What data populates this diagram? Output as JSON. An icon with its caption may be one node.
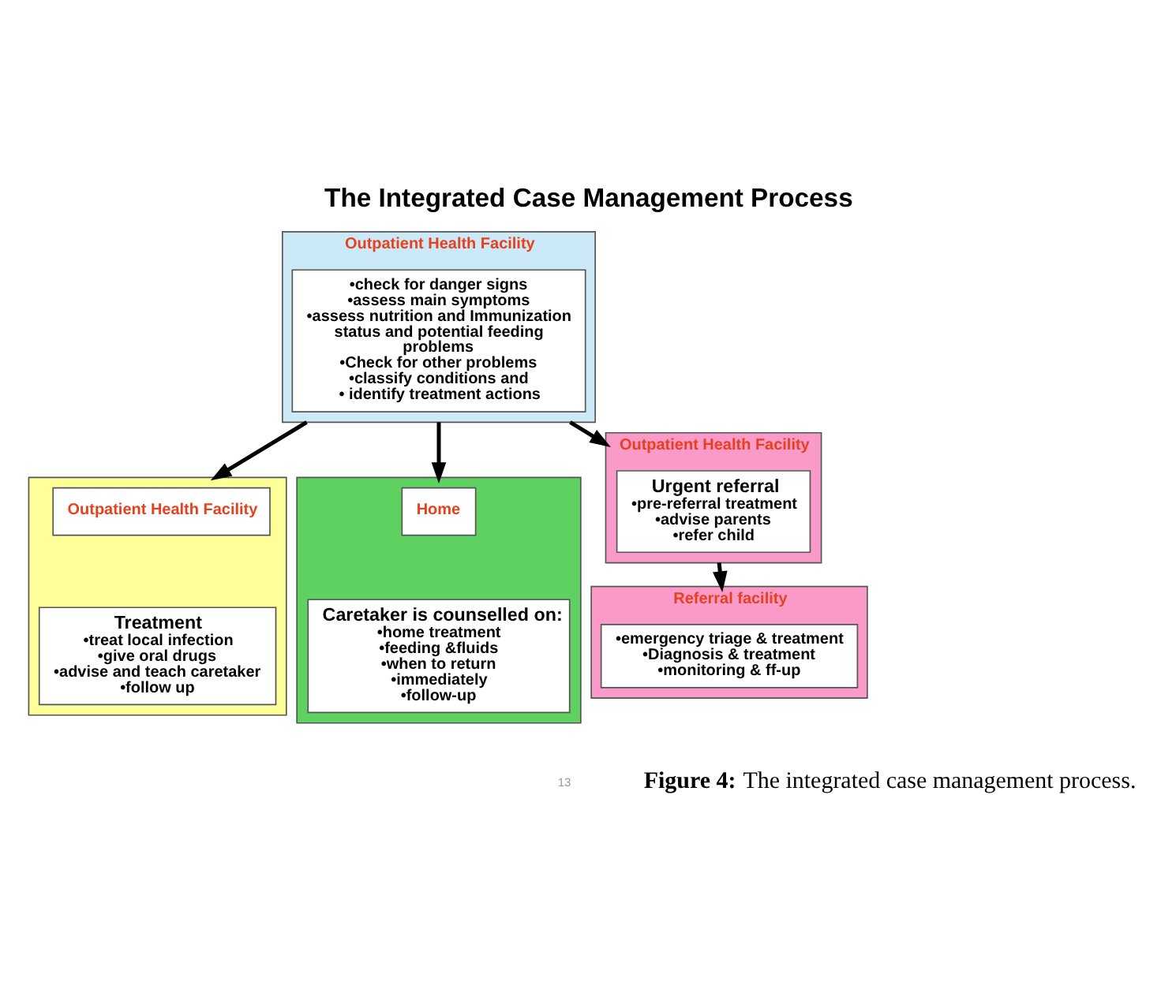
{
  "diagram": {
    "title": "The Integrated Case Management Process",
    "caption": "**Figure 4:** The integrated case management process.",
    "nodes": [
      {
        "text": [
          "Outpatient Health Facility"
        ]
      },
      {
        "text": [
          "•check for danger signs",
          "•assess main symptoms",
          "•assess nutrition and Immunization status and potential feeding problems",
          "•Check for other problems",
          "•classify conditions and",
          "• identify treatment actions"
        ],
        "in": 0
      },
      {
        "text": [
          "Outpatient Health Facility"
        ]
      },
      {
        "text": [
          "Urgent referral",
          "•pre-referral treatment",
          "•advise parents",
          "•refer child"
        ],
        "in": 2
      },
      {
        "text": [
          "Referral facility"
        ]
      },
      {
        "text": [
          "•emergency triage & treatment",
          "•Diagnosis & treatment",
          "•monitoring & ff-up"
        ],
        "in": 4
      },
      {
        "text": [],
        "shape": "box"
      },
      {
        "text": [
          "Outpatient Health Facility"
        ],
        "in": 6
      },
      {
        "text": [
          "Treatment",
          "•treat local infection",
          "•give oral drugs",
          "•advise and teach caretaker",
          "•follow up"
        ],
        "in": 6
      },
      {
        "text": [],
        "shape": "box"
      },
      {
        "text": [
          "Home"
        ],
        "in": 9
      },
      {
        "text": [
          "Caretaker is counselled on:",
          "•home treatment",
          "•feeding &fluids",
          "•when to return",
          "•immediately",
          "•follow-up"
        ],
        "in": 9
      }
    ],
    "edges": [
      {
        "from": 0,
        "to": 2,
        "arrow": "to"
      },
      {
        "from": 0,
        "to": 6,
        "arrow": "to"
      },
      {
        "from": 0,
        "to": 9,
        "arrow": "to"
      },
      {
        "from": 2,
        "to": 4,
        "arrow": "to"
      }
    ],
    "labels": [
      "13"
    ]
  }
}
